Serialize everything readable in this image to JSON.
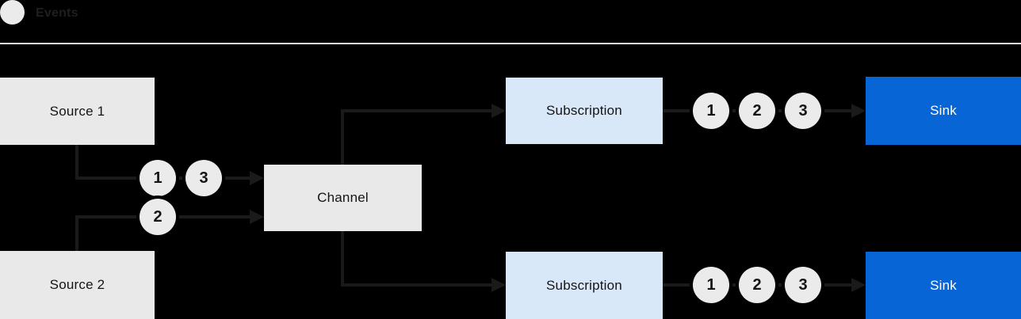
{
  "legend": {
    "label": "Events"
  },
  "nodes": {
    "source1": "Source 1",
    "source2": "Source 2",
    "channel": "Channel",
    "subscription_top": "Subscription",
    "subscription_bottom": "Subscription",
    "sink_top": "Sink",
    "sink_bottom": "Sink"
  },
  "badges": {
    "left_top": [
      "1",
      "3"
    ],
    "left_bottom": [
      "2"
    ],
    "right_top": [
      "1",
      "2",
      "3"
    ],
    "right_bottom": [
      "1",
      "2",
      "3"
    ]
  },
  "colors": {
    "background": "#000000",
    "node_gray": "#e9e9e9",
    "subscription_blue": "#d9e8f8",
    "sink_blue": "#0765d6",
    "line": "#1a1a1a",
    "divider": "#e3e3e3",
    "badge_gray": "#ebebeb",
    "text_dark": "#151515",
    "text_light": "#ffffff"
  }
}
